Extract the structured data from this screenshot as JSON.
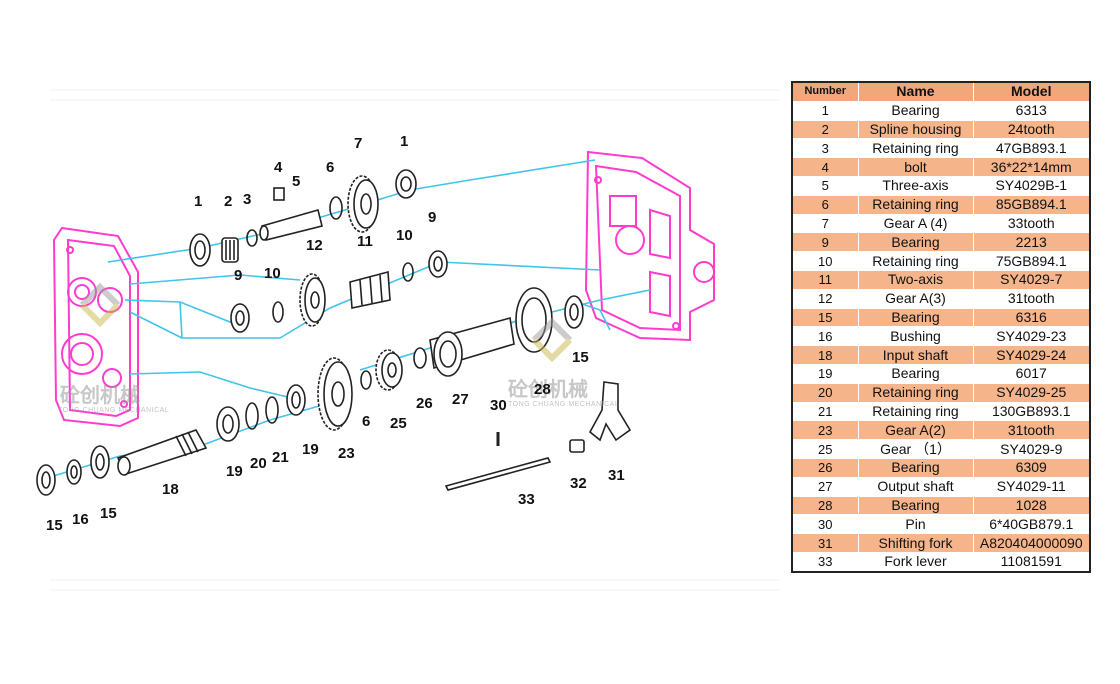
{
  "diagram": {
    "callouts": [
      "1",
      "2",
      "3",
      "4",
      "5",
      "6",
      "7",
      "1",
      "9",
      "12",
      "11",
      "10",
      "9",
      "9",
      "10",
      "15",
      "28",
      "27",
      "26",
      "25",
      "6",
      "23",
      "19",
      "21",
      "20",
      "19",
      "18",
      "16",
      "15",
      "15",
      "30",
      "33",
      "32",
      "31"
    ]
  },
  "watermark": {
    "text": "砼创机械",
    "subtext": "TONG CHUANG MECHANICAL"
  },
  "colors": {
    "housing": "#ff3ccf",
    "axis_line": "#40c4ea",
    "table_header": "#f2a77a",
    "table_alt_row": "#f5b48a"
  },
  "table": {
    "headers": [
      "Number",
      "Name",
      "Model"
    ],
    "rows": [
      [
        "1",
        "Bearing",
        "6313"
      ],
      [
        "2",
        "Spline housing",
        "24tooth"
      ],
      [
        "3",
        "Retaining ring",
        "47GB893.1"
      ],
      [
        "4",
        "bolt",
        "36*22*14mm"
      ],
      [
        "5",
        "Three-axis",
        "SY4029B-1"
      ],
      [
        "6",
        "Retaining ring",
        "85GB894.1"
      ],
      [
        "7",
        "Gear A (4)",
        "33tooth"
      ],
      [
        "9",
        "Bearing",
        "2213"
      ],
      [
        "10",
        "Retaining ring",
        "75GB894.1"
      ],
      [
        "11",
        "Two-axis",
        "SY4029-7"
      ],
      [
        "12",
        "Gear A(3)",
        "31tooth"
      ],
      [
        "15",
        "Bearing",
        "6316"
      ],
      [
        "16",
        "Bushing",
        "SY4029-23"
      ],
      [
        "18",
        "Input shaft",
        "SY4029-24"
      ],
      [
        "19",
        "Bearing",
        "6017"
      ],
      [
        "20",
        "Retaining ring",
        "SY4029-25"
      ],
      [
        "21",
        "Retaining ring",
        "130GB893.1"
      ],
      [
        "23",
        "Gear A(2)",
        "31tooth"
      ],
      [
        "25",
        "Gear （1）",
        "SY4029-9"
      ],
      [
        "26",
        "Bearing",
        "6309"
      ],
      [
        "27",
        "Output shaft",
        "SY4029-11"
      ],
      [
        "28",
        "Bearing",
        "1028"
      ],
      [
        "30",
        "Pin",
        "6*40GB879.1"
      ],
      [
        "31",
        "Shifting fork",
        "A820404000090"
      ],
      [
        "33",
        "Fork lever",
        "11081591"
      ]
    ]
  }
}
